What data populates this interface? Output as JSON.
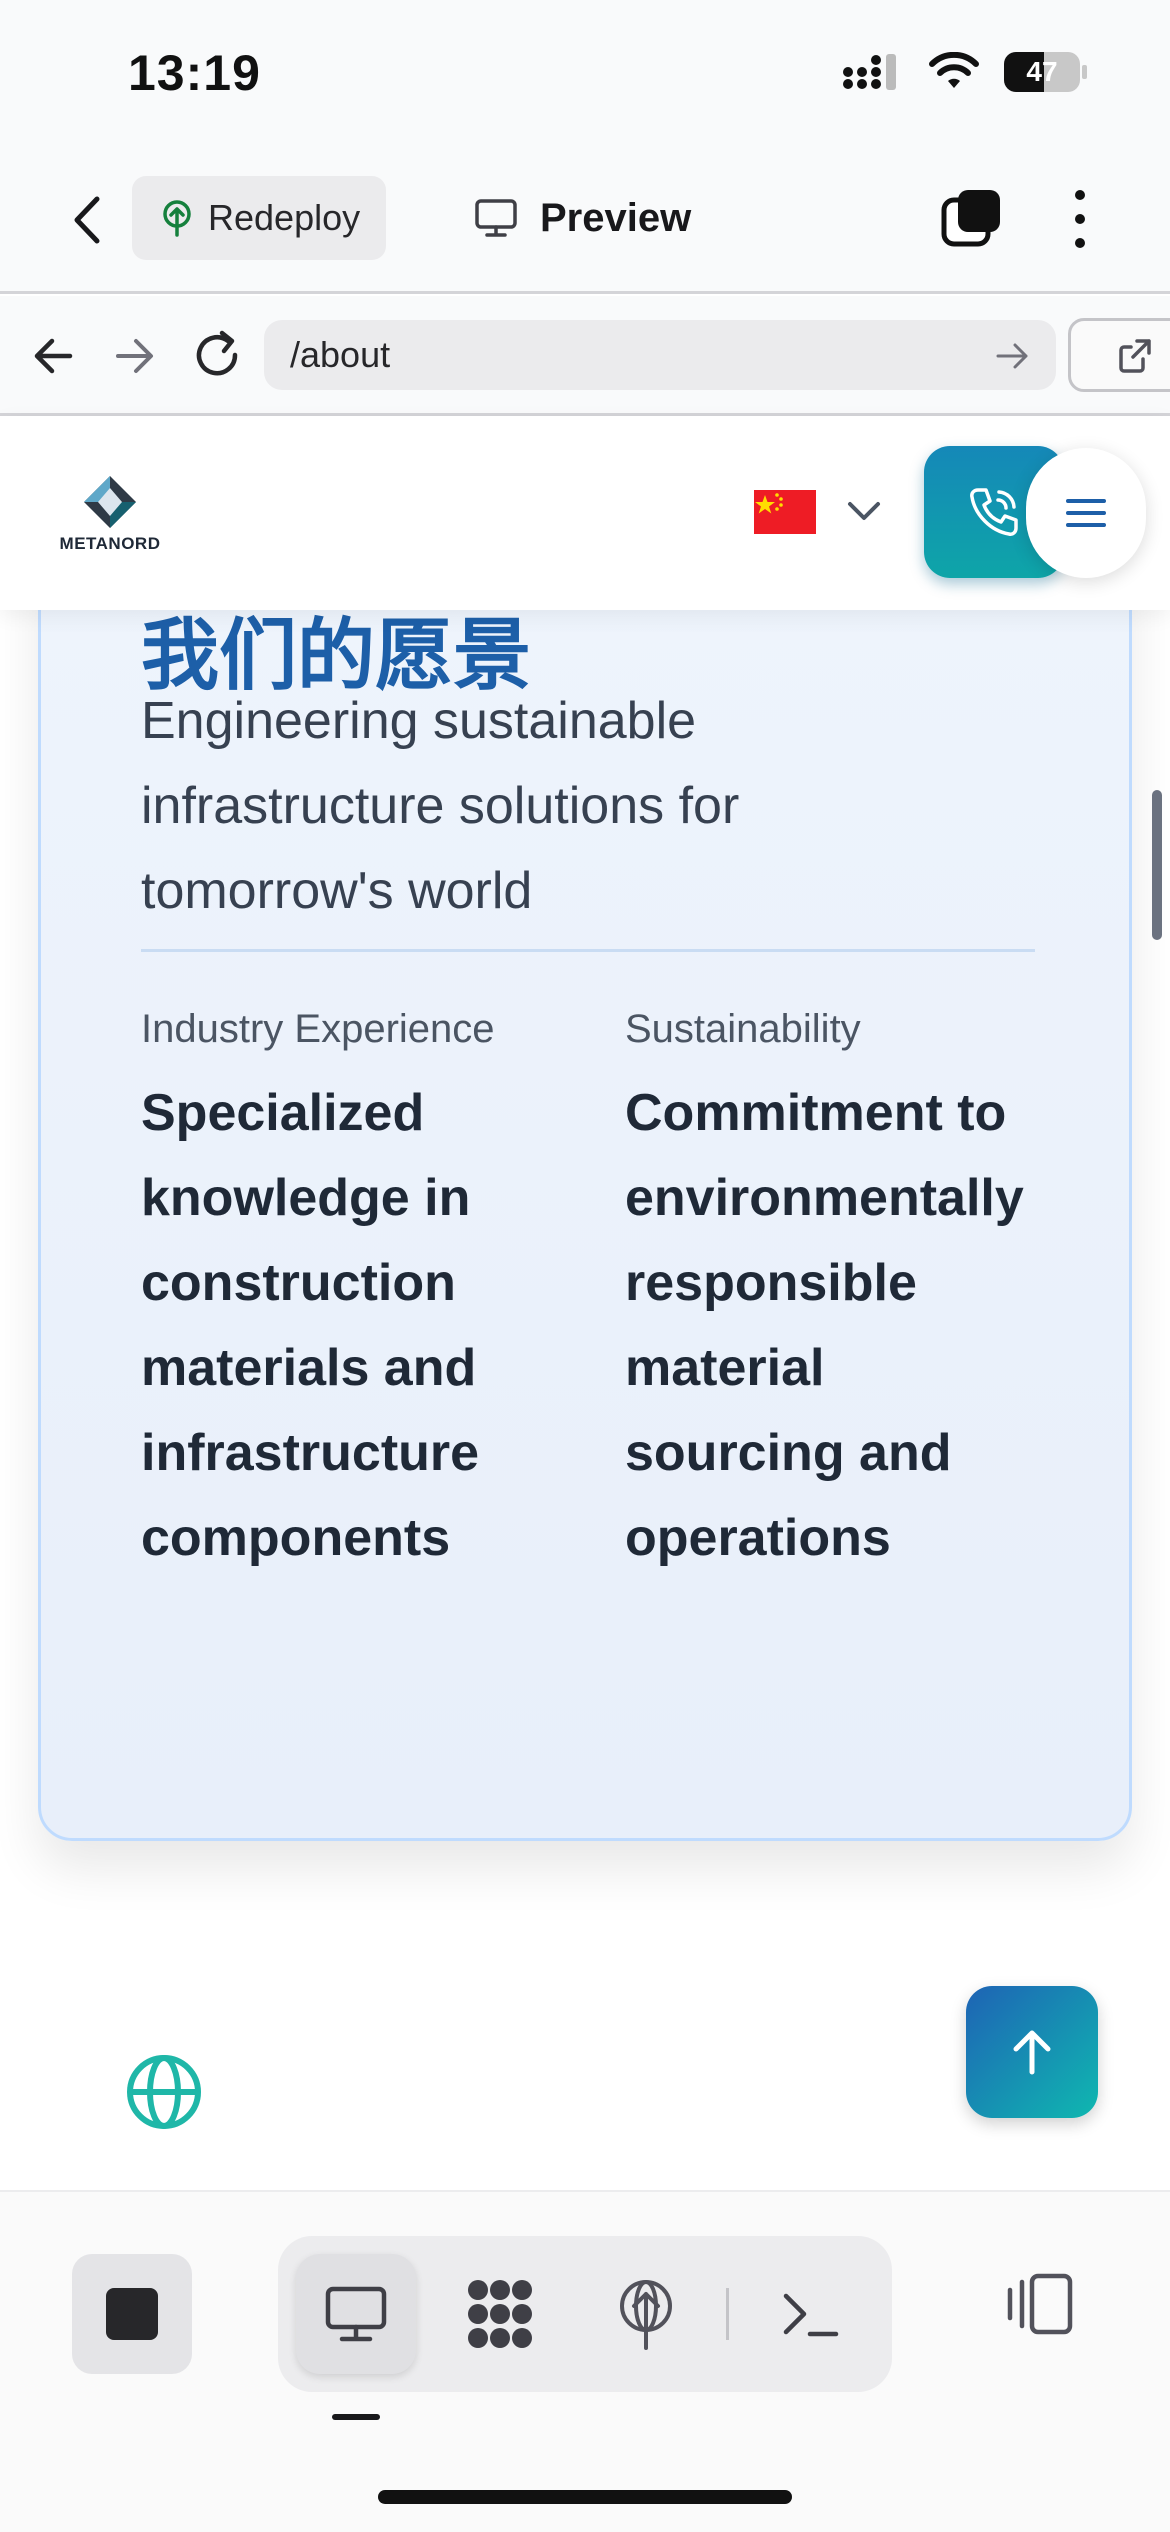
{
  "status_bar": {
    "time": "13:19",
    "battery": "47"
  },
  "app_header": {
    "redeploy_label": "Redeploy",
    "preview_label": "Preview"
  },
  "browser": {
    "url": "/about"
  },
  "site_header": {
    "logo_text": "METANORD",
    "language": "Chinese"
  },
  "vision": {
    "heading": "我们的愿景",
    "lead": "Engineering sustainable infrastructure solutions for tomorrow's world",
    "stats": [
      {
        "label": "Industry Experience",
        "value": "Specialized knowledge in construction materials and infrastructure components"
      },
      {
        "label": "Sustainability",
        "value": "Commitment to environmentally responsible material sourcing and operations"
      }
    ]
  },
  "colors": {
    "accent_blue": "#1d5fa8",
    "accent_teal": "#0fb8b0",
    "card_bg": "#eef4fc"
  },
  "icons": [
    "back-icon",
    "redeploy-icon",
    "monitor-icon",
    "tabs-icon",
    "more-icon",
    "arrow-left-icon",
    "arrow-right-icon",
    "reload-icon",
    "open-external-icon",
    "flag-cn-icon",
    "chevron-down-icon",
    "phone-icon",
    "hamburger-icon",
    "globe-icon",
    "arrow-up-icon",
    "stop-icon",
    "desktop-icon",
    "ai-icon",
    "deploy-icon",
    "terminal-icon",
    "panel-toggle-icon"
  ]
}
